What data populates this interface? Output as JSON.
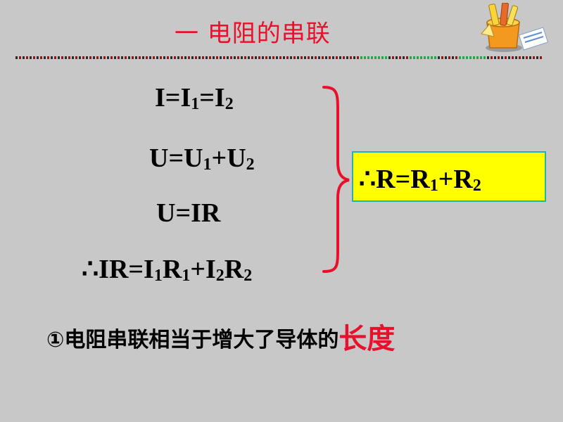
{
  "slide": {
    "title": "一  电阻的串联",
    "equations": {
      "eq1": {
        "parts": [
          "I=I",
          "1",
          "=I",
          "2"
        ]
      },
      "eq2": {
        "parts": [
          "U=U",
          "1",
          "+U",
          "2"
        ]
      },
      "eq3": {
        "text": "U=IR"
      },
      "eq4": {
        "parts": [
          "∴IR=I",
          "1",
          "R",
          "1",
          "+I",
          "2",
          "R",
          "2"
        ]
      }
    },
    "result": {
      "parts": [
        "∴R=R",
        "1",
        "+R",
        "2"
      ]
    },
    "note": {
      "text": "①电阻串联相当于增大了导体的",
      "highlight": "长度"
    },
    "colors": {
      "accent_red": "#e8102a",
      "box_yellow": "#ffff00",
      "box_border": "#2bb0a8",
      "background": "#c8c8c8"
    },
    "decoration": {
      "icon": "pencil-cup-icon"
    }
  }
}
